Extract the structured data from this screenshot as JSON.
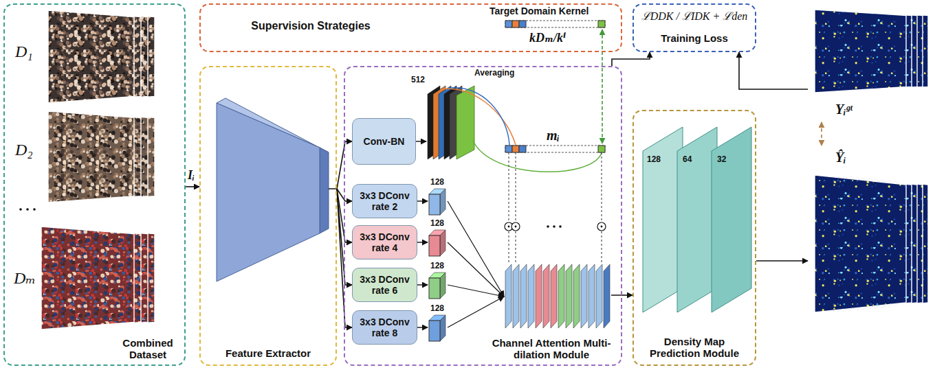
{
  "diagram": {
    "nodes": [
      {
        "text": [
          "Combined Dataset"
        ]
      },
      {
        "text": [
          "Supervision Strategies"
        ]
      },
      {
        "text": [
          "ℒDDK / ℒIDK + ℒden",
          "Training Loss"
        ]
      },
      {
        "text": [
          "Feature Extractor"
        ]
      },
      {
        "text": [
          "Channel Attention Multi-dilation Module"
        ]
      },
      {
        "text": [
          "Conv-BN"
        ],
        "in": 4
      },
      {
        "text": [
          "3x3 DConv rate 2"
        ],
        "in": 4
      },
      {
        "text": [
          "3x3 DConv rate 4"
        ],
        "in": 4
      },
      {
        "text": [
          "3x3 DConv rate 6"
        ],
        "in": 4
      },
      {
        "text": [
          "3x3 DConv rate 8"
        ],
        "in": 4
      },
      {
        "text": [
          "Density Map Prediction Module"
        ]
      },
      {
        "text": [
          "Yᵢᵍᵗ"
        ]
      },
      {
        "text": [
          "Ŷᵢ"
        ]
      }
    ],
    "edges": [
      {
        "from": 0,
        "to": 3,
        "label": "Iᵢ",
        "arrow": "to"
      },
      {
        "from": 3,
        "to": 5,
        "arrow": "to"
      },
      {
        "from": 3,
        "to": 6,
        "arrow": "to"
      },
      {
        "from": 3,
        "to": 7,
        "arrow": "to"
      },
      {
        "from": 3,
        "to": 8,
        "arrow": "to"
      },
      {
        "from": 3,
        "to": 9,
        "arrow": "to"
      },
      {
        "from": 4,
        "to": 2,
        "arrow": "to"
      },
      {
        "from": 4,
        "to": 10,
        "arrow": "to"
      },
      {
        "from": 10,
        "to": 12,
        "arrow": "to"
      },
      {
        "from": 11,
        "to": 2,
        "arrow": "to"
      },
      {
        "from": 11,
        "to": 12,
        "arrow": "both"
      }
    ],
    "labels": [
      "D₁",
      "D₂",
      "Dₘ",
      "Target Domain Kernel",
      "kDₘ/kⁱ",
      "512",
      "Averaging",
      "mᵢ",
      "128",
      "128",
      "128",
      "128",
      "128",
      "64",
      "32"
    ]
  }
}
